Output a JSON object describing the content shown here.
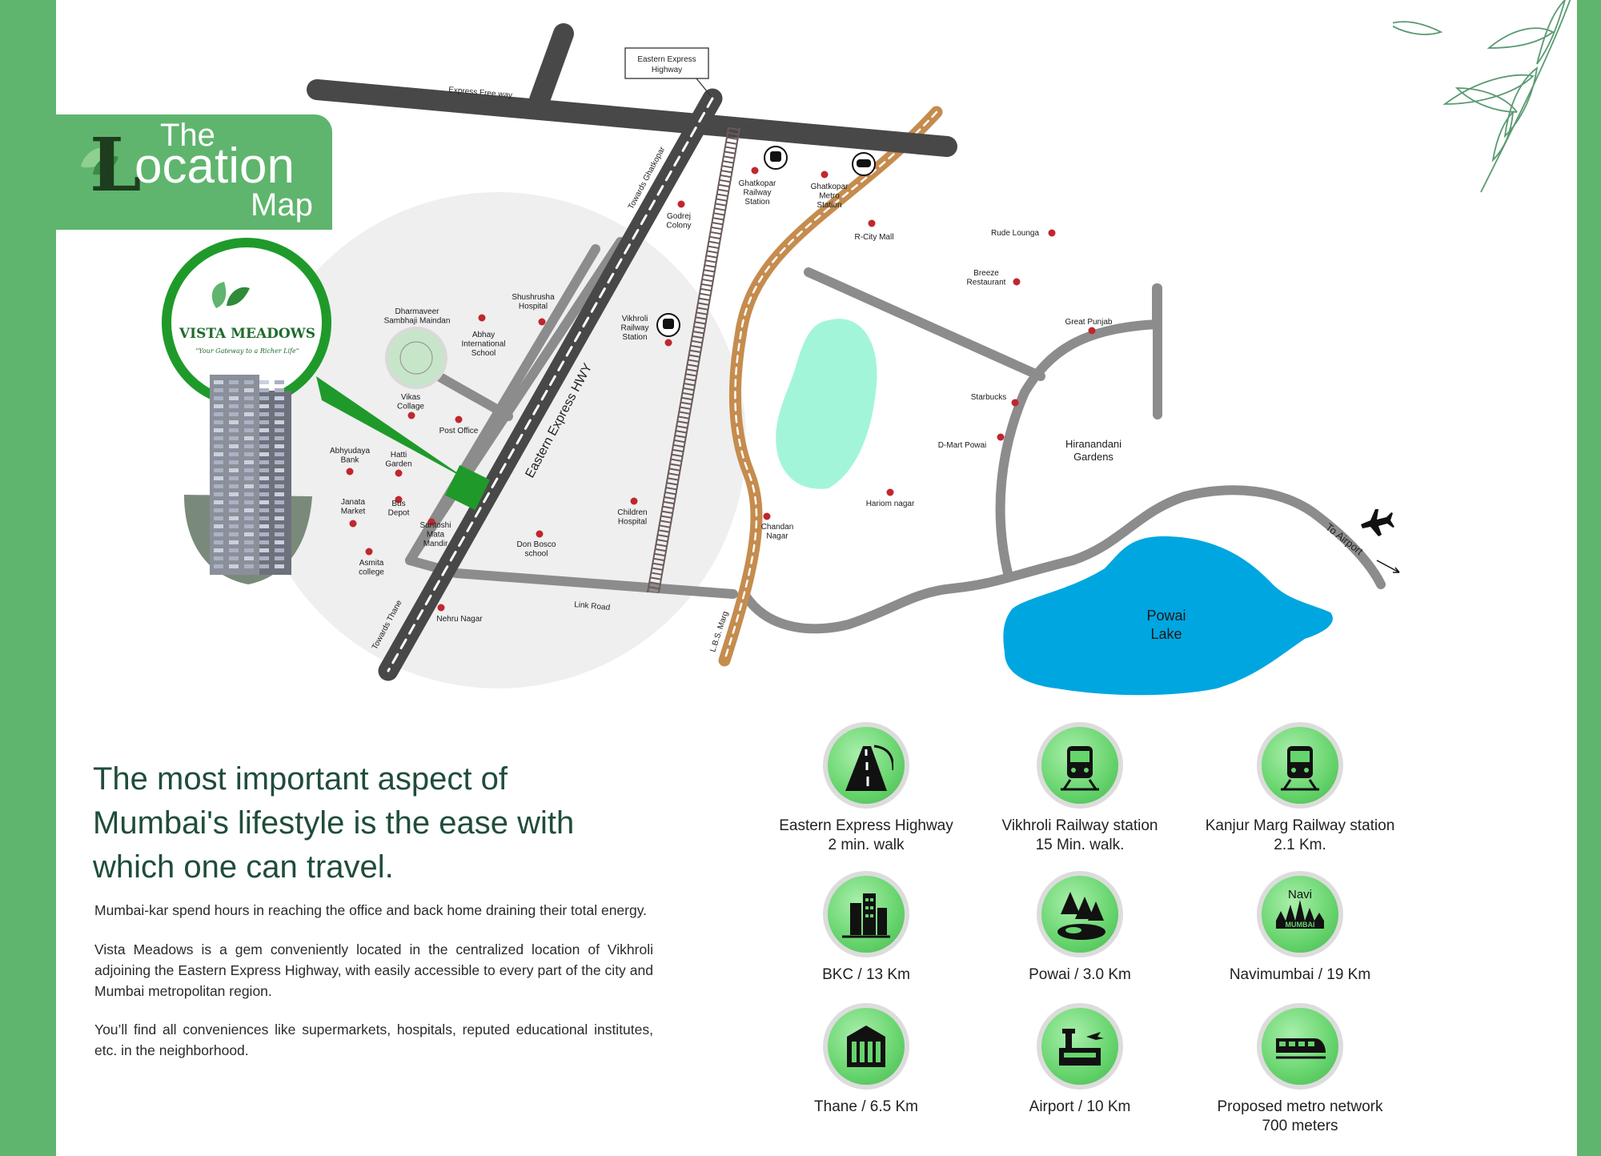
{
  "brand": {
    "name": "VISTA MEADOWS",
    "tagline": "\"Your Gateway to a Richer Life\""
  },
  "title": {
    "the": "The",
    "l": "L",
    "location": "ocation",
    "map": "Map"
  },
  "map_labels": {
    "eastern_express_box": [
      "Eastern Express",
      "Highway"
    ],
    "express_free_way": "Express Free way",
    "towards_ghatkopar": "Towards Ghatkopar",
    "towards_thane": "Towards Thane",
    "eastern_express_hwy": "Eastern Express HWY",
    "link_road": "Link Road",
    "lbs_marg": "L.B.S. Marg",
    "to_airport": "To Airport",
    "powai_lake": [
      "Powai",
      "Lake"
    ],
    "hiranandani": [
      "Hiranandani",
      "Gardens"
    ]
  },
  "places": [
    {
      "lines": [
        "Ghatkopar",
        "Railway",
        "Station"
      ]
    },
    {
      "lines": [
        "Ghatkopar",
        "Metro",
        "Station"
      ]
    },
    {
      "lines": [
        "Godrej",
        "Colony"
      ]
    },
    {
      "lines": [
        "R-City Mall"
      ]
    },
    {
      "lines": [
        "Rude Lounga"
      ]
    },
    {
      "lines": [
        "Breeze",
        "Restaurant"
      ]
    },
    {
      "lines": [
        "Shushrusha",
        "Hospital"
      ]
    },
    {
      "lines": [
        "Dharmaveer",
        "Sambhaji Maindan"
      ]
    },
    {
      "lines": [
        "Abhay",
        "International",
        "School"
      ]
    },
    {
      "lines": [
        "Vikhroli",
        "Railway",
        "Station"
      ]
    },
    {
      "lines": [
        "Great Punjab"
      ]
    },
    {
      "lines": [
        "Vikas",
        "Collage"
      ]
    },
    {
      "lines": [
        "Post Office"
      ]
    },
    {
      "lines": [
        "Starbucks"
      ]
    },
    {
      "lines": [
        "D-Mart Powai"
      ]
    },
    {
      "lines": [
        "Abhyudaya",
        "Bank"
      ]
    },
    {
      "lines": [
        "Hatti",
        "Garden"
      ]
    },
    {
      "lines": [
        "Hariom nagar"
      ]
    },
    {
      "lines": [
        "Janata",
        "Market"
      ]
    },
    {
      "lines": [
        "Bus",
        "Depot"
      ]
    },
    {
      "lines": [
        "Children",
        "Hospital"
      ]
    },
    {
      "lines": [
        "Chandan",
        "Nagar"
      ]
    },
    {
      "lines": [
        "Santoshi",
        "Mata",
        "Mandir"
      ]
    },
    {
      "lines": [
        "Don Bosco",
        "school"
      ]
    },
    {
      "lines": [
        "Asmita",
        "college"
      ]
    },
    {
      "lines": [
        "Nehru Nagar"
      ]
    }
  ],
  "headline": "The most important aspect of Mumbai's lifestyle is the ease with which one can travel.",
  "paragraphs": [
    "Mumbai-kar spend hours in reaching the office and back home draining their total energy.",
    "Vista Meadows is a gem conveniently located in the centralized location of Vikhroli adjoining the Eastern Express Highway, with easily accessible to every part of the city and Mumbai metropolitan region.",
    "You’ll find all conveniences like supermarkets, hospitals, reputed educational institutes, etc. in the neighborhood."
  ],
  "amenities": [
    {
      "icon": "highway-icon",
      "lines": [
        "Eastern Express Highway",
        "2 min. walk"
      ]
    },
    {
      "icon": "train-icon",
      "lines": [
        "Vikhroli Railway station",
        "15 Min. walk."
      ]
    },
    {
      "icon": "train-icon",
      "lines": [
        "Kanjur Marg Railway station",
        "2.1 Km."
      ]
    },
    {
      "icon": "city-buildings-icon",
      "lines": [
        "BKC / 13 Km"
      ]
    },
    {
      "icon": "trees-lake-icon",
      "lines": [
        "Powai / 3.0 Km"
      ]
    },
    {
      "icon": "navi-mumbai-skyline-icon",
      "lines": [
        "Navimumbai / 19 Km"
      ],
      "badge": [
        "Navi",
        "MUMBAI"
      ]
    },
    {
      "icon": "office-building-icon",
      "lines": [
        "Thane / 6.5 Km"
      ]
    },
    {
      "icon": "airport-icon",
      "lines": [
        "Airport / 10 Km"
      ]
    },
    {
      "icon": "metro-train-icon",
      "lines": [
        "Proposed metro network",
        "700 meters"
      ]
    }
  ],
  "colors": {
    "brand_green": "#5fb56d",
    "highway": "#3a3a3a",
    "road": "#8c8c8c",
    "lbs_marg": "#c58c4e",
    "lake": "#00a6e0",
    "park": "#a3f5da",
    "marker": "#c0272d"
  }
}
